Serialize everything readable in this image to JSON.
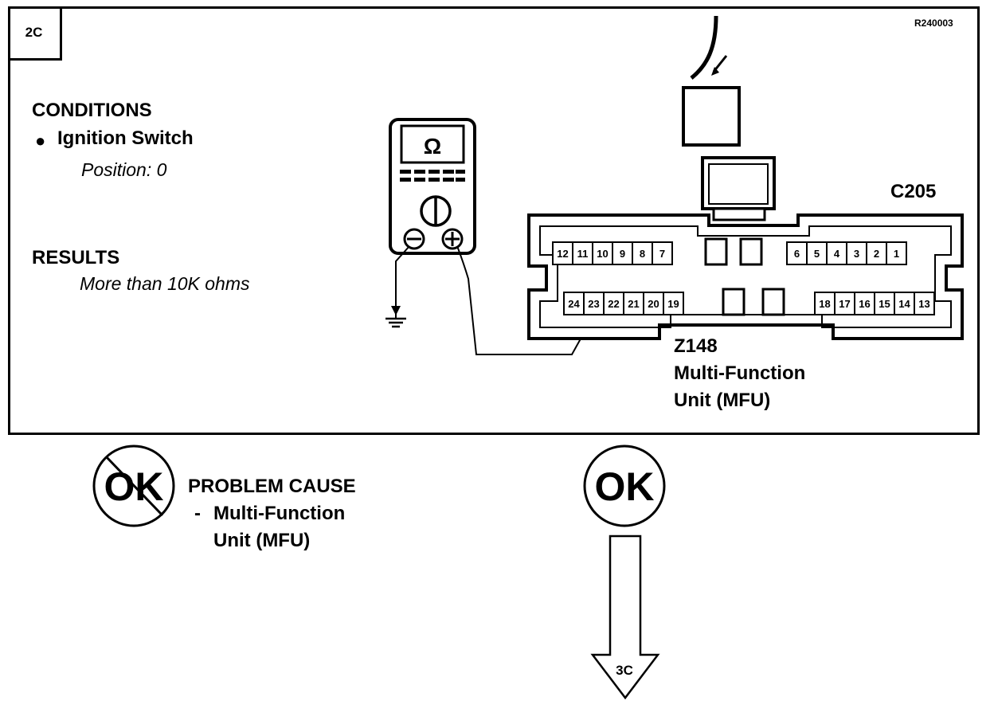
{
  "step": "2C",
  "figure_ref": "R240003",
  "conditions": {
    "heading": "CONDITIONS",
    "item": "Ignition Switch",
    "detail": "Position: 0"
  },
  "results": {
    "heading": "RESULTS",
    "value": "More than 10K ohms"
  },
  "meter": {
    "symbol": "Ω",
    "neg": "−",
    "pos": "+"
  },
  "connector": {
    "id": "C205",
    "component_code": "Z148",
    "component_name_line1": "Multi-Function",
    "component_name_line2": "Unit (MFU)",
    "top_row_left": [
      "12",
      "11",
      "10",
      "9",
      "8",
      "7"
    ],
    "top_row_right": [
      "6",
      "5",
      "4",
      "3",
      "2",
      "1"
    ],
    "bottom_row_left": [
      "24",
      "23",
      "22",
      "21",
      "20",
      "19"
    ],
    "bottom_row_right": [
      "18",
      "17",
      "16",
      "15",
      "14",
      "13"
    ]
  },
  "not_ok": {
    "badge": "OK",
    "heading": "PROBLEM CAUSE",
    "line1": "Multi-Function",
    "line2": "Unit (MFU)"
  },
  "ok": {
    "badge": "OK",
    "next_step": "3C"
  }
}
